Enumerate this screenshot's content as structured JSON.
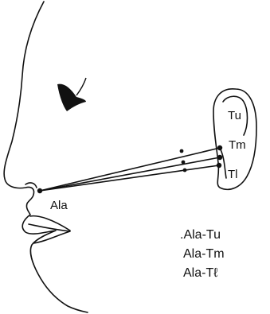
{
  "labels": {
    "tu": "Tu",
    "tm": "Tm",
    "tl": "Tl",
    "ala": "Ala"
  },
  "legend": [
    ".Ala-Tu",
    "Ala-Tm",
    "Ala-Tℓ"
  ],
  "colors": {
    "ink": "#111111",
    "paper": "#ffffff"
  }
}
